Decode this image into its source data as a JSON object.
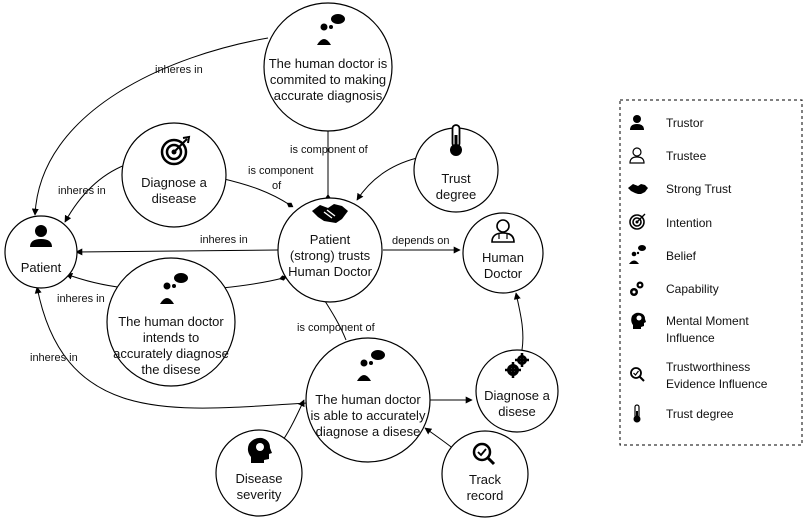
{
  "nodes": {
    "commited_belief": [
      "The human doctor is",
      "commited to making",
      "accurate diagnosis"
    ],
    "diagnose_intention_top": [
      "Diagnose a",
      "disease"
    ],
    "trust_degree": [
      "Trust",
      "degree"
    ],
    "patient": [
      "Patient"
    ],
    "strong_trust": [
      "Patient",
      "(strong) trusts",
      "Human Doctor"
    ],
    "human_doctor": [
      "Human",
      "Doctor"
    ],
    "intends_belief": [
      "The human doctor",
      "intends to",
      "accurately diagnose",
      "the disese"
    ],
    "able_belief": [
      "The human doctor",
      "is able to accurately",
      "diagnose a disese"
    ],
    "diagnose_capability": [
      "Diagnose a",
      "disese"
    ],
    "disease_severity": [
      "Disease",
      "severity"
    ],
    "track_record": [
      "Track",
      "record"
    ]
  },
  "edges": {
    "inheres_in": "inheres in",
    "is_component_of": "is component of",
    "is_component": "is component",
    "of": "of",
    "depends_on": "depends on"
  },
  "legend": [
    {
      "icon": "trustor-icon",
      "label": [
        "Trustor"
      ]
    },
    {
      "icon": "trustee-icon",
      "label": [
        "Trustee"
      ]
    },
    {
      "icon": "handshake-icon",
      "label": [
        "Strong Trust"
      ]
    },
    {
      "icon": "target-icon",
      "label": [
        "Intention"
      ]
    },
    {
      "icon": "belief-icon",
      "label": [
        "Belief"
      ]
    },
    {
      "icon": "gears-icon",
      "label": [
        "Capability"
      ]
    },
    {
      "icon": "head-brain-icon",
      "label": [
        "Mental Moment",
        "Influence"
      ]
    },
    {
      "icon": "magnifier-check-icon",
      "label": [
        "Trustworthiness",
        "Evidence Influence"
      ]
    },
    {
      "icon": "thermometer-icon",
      "label": [
        "Trust degree"
      ]
    }
  ],
  "colors": {
    "stroke": "#000000",
    "fill": "#ffffff",
    "text": "#111111"
  }
}
